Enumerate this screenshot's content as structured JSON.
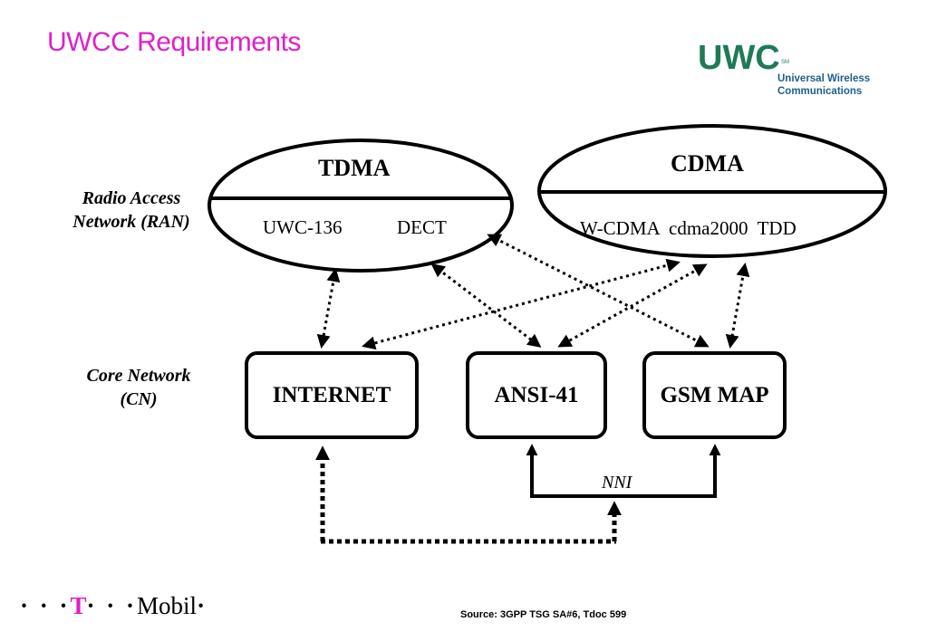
{
  "title": "UWCC Requirements",
  "logo": {
    "mark": "UWC",
    "sm": "SM",
    "line1": "Universal Wireless",
    "line2": "Communications"
  },
  "layers": {
    "ran_line1": "Radio Access",
    "ran_line2": "Network (RAN)",
    "cn_line1": "Core Network",
    "cn_line2": "(CN)"
  },
  "ran": {
    "tdma": {
      "title": "TDMA",
      "sub1": "UWC-136",
      "sub2": "DECT"
    },
    "cdma": {
      "title": "CDMA",
      "sub": "W-CDMA  cdma2000  TDD"
    }
  },
  "core": {
    "internet": "INTERNET",
    "ansi": "ANSI-41",
    "gsm": "GSM MAP"
  },
  "nni_label": "NNI",
  "footer": {
    "source": "Source: 3GPP TSG SA#6, Tdoc 599",
    "brand_dots_left": "· · ·",
    "brand_t": "T",
    "brand_dots_mid": "· · ·",
    "brand_name": "Mobil",
    "brand_dot_end": "·"
  },
  "colors": {
    "title": "#e020c8",
    "logo_green": "#1f7a56",
    "logo_blue": "#1e5f8c",
    "brand_magenta": "#e020c8"
  }
}
